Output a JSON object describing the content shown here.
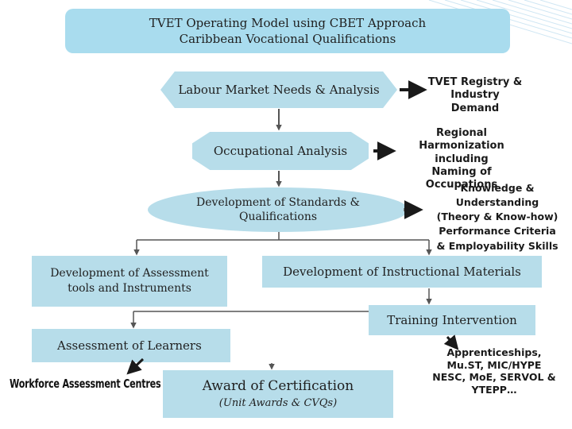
{
  "title": {
    "line1": "TVET Operating Model using CBET Approach",
    "line2": "Caribbean Vocational Qualifications"
  },
  "boxes": {
    "labour_market": "Labour Market Needs & Analysis",
    "occupational": "Occupational Analysis",
    "standards_line1": "Development of Standards &",
    "standards_line2": "Qualifications",
    "assessment_tools_line1": "Development of Assessment",
    "assessment_tools_line2": "tools and Instruments",
    "instructional": "Development of Instructional Materials",
    "training": "Training Intervention",
    "assessment_learners": "Assessment of Learners",
    "award_main": "Award of Certification",
    "award_sub": "(Unit Awards & CVQs)"
  },
  "side_notes": {
    "registry_line1": "TVET Registry &",
    "registry_line2": "Industry Demand",
    "regional_line1": "Regional Harmonization",
    "regional_line2": "including",
    "regional_line3": "Naming of Occupations",
    "knowledge_line1": "Knowledge & Understanding",
    "knowledge_line2": "(Theory & Know-how)",
    "knowledge_line3": "Performance Criteria",
    "knowledge_line4": "& Employability Skills",
    "apprentice_line1": "Apprenticeships,",
    "apprentice_line2": "Mu.ST, MIC/HYPE",
    "apprentice_line3": "NESC, MoE, SERVOL &",
    "apprentice_line4": "YTEPP…",
    "workforce": "Workforce Assessment Centres"
  },
  "colors": {
    "box_fill": "#b7ddea",
    "title_fill": "#a9dcee",
    "arrow": "#1a1a1a",
    "arrow_gray": "#7a7a7a"
  }
}
